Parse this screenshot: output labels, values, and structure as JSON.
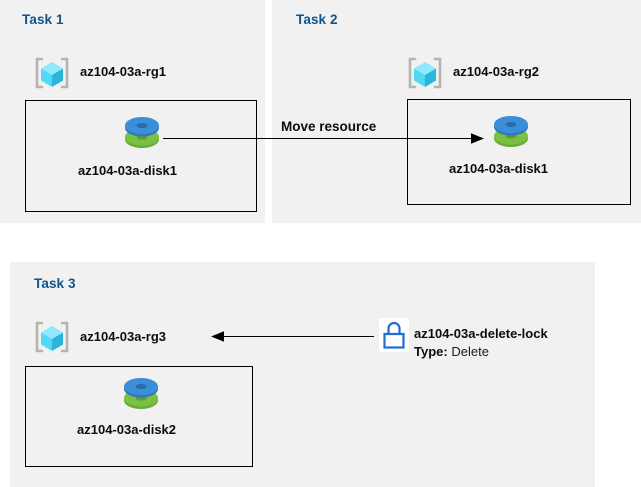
{
  "diagram": {
    "title_color": "#10548a",
    "panel_bg": "#f1f1f1",
    "page_bg": "#ffffff"
  },
  "panels": [
    {
      "id": "task1",
      "title": "Task 1",
      "resource_group": {
        "icon": "resource-group-cube-icon",
        "label": "az104-03a-rg1"
      },
      "resource": {
        "icon": "managed-disk-icon",
        "label": "az104-03a-disk1"
      }
    },
    {
      "id": "task2",
      "title": "Task 2",
      "resource_group": {
        "icon": "resource-group-cube-icon",
        "label": "az104-03a-rg2"
      },
      "resource": {
        "icon": "managed-disk-icon",
        "label": "az104-03a-disk1"
      }
    },
    {
      "id": "task3",
      "title": "Task 3",
      "resource_group": {
        "icon": "resource-group-cube-icon",
        "label": "az104-03a-rg3"
      },
      "resource": {
        "icon": "managed-disk-icon",
        "label": "az104-03a-disk2"
      },
      "lock": {
        "icon": "padlock-icon",
        "name": "az104-03a-delete-lock",
        "type_label": "Type:",
        "type_value": "Delete",
        "icon_color": "#1f6fd0"
      }
    }
  ],
  "connectors": [
    {
      "id": "move-resource",
      "label": "Move resource",
      "direction": "right",
      "from": "task1-disk1",
      "to": "task2-disk1"
    },
    {
      "id": "lock-applies-to-rg3",
      "label": "",
      "direction": "left",
      "from": "az104-03a-delete-lock",
      "to": "az104-03a-rg3"
    }
  ],
  "colors": {
    "cube_top": "#8fe8fb",
    "cube_left": "#50d8f5",
    "cube_right": "#2bb5d8",
    "bracket": "#b4b4b4",
    "disk_blue": "#3b8fd8",
    "disk_green": "#7ac143",
    "line": "#000000"
  }
}
